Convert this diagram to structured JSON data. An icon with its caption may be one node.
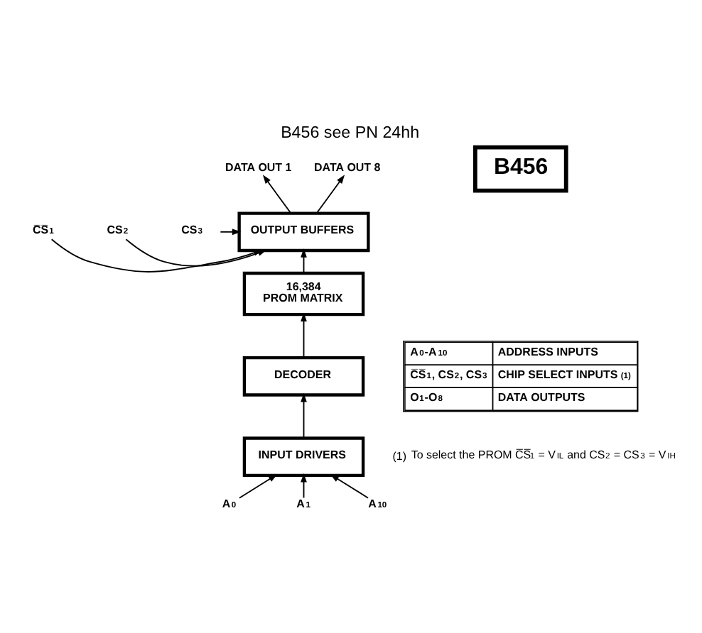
{
  "diagram": {
    "title": "B456 see PN 24hh",
    "nodes": [
      {
        "text": [
          "B456"
        ]
      },
      {
        "text": [
          "DATA OUT 1"
        ]
      },
      {
        "text": [
          "DATA OUT 8"
        ]
      },
      {
        "text": [
          "C̅S̅$_{1}$"
        ]
      },
      {
        "text": [
          "CS$_{2}$"
        ]
      },
      {
        "text": [
          "CS$_{3}$"
        ]
      },
      {
        "text": [
          "OUTPUT BUFFERS"
        ]
      },
      {
        "text": [
          "16,384",
          "PROM MATRIX"
        ]
      },
      {
        "text": [
          "DECODER"
        ]
      },
      {
        "text": [
          "INPUT DRIVERS"
        ]
      },
      {
        "text": [
          "A$_{0}$"
        ]
      },
      {
        "text": [
          "A$_{1}$"
        ]
      },
      {
        "text": [
          "A$_{10}$"
        ]
      }
    ],
    "edges": [
      {
        "from": 6,
        "to": 1,
        "arrow": "to"
      },
      {
        "from": 6,
        "to": 2,
        "arrow": "to"
      },
      {
        "from": 3,
        "to": 6,
        "arrow": "to"
      },
      {
        "from": 4,
        "to": 6,
        "arrow": "to"
      },
      {
        "from": 5,
        "to": 6,
        "arrow": "to"
      },
      {
        "from": 7,
        "to": 6,
        "arrow": "to"
      },
      {
        "from": 8,
        "to": 7,
        "arrow": "to"
      },
      {
        "from": 9,
        "to": 8,
        "arrow": "to"
      },
      {
        "from": 10,
        "to": 9,
        "arrow": "to"
      },
      {
        "from": 11,
        "to": 9,
        "arrow": "to"
      },
      {
        "from": 12,
        "to": 9,
        "arrow": "to"
      }
    ],
    "labels": [
      "A$_{0}$-A$_{10}$",
      "ADDRESS INPUTS",
      "C̅S̅$_{1}$, CS$_{2}$, CS$_{3}$",
      "CHIP SELECT INPUTS$^{(1)}$",
      "O$_{1}$-O$_{8}$",
      "DATA OUTPUTS",
      "(1)",
      "To select the PROM C̅S̅$_{1}$ = V$_{IL}$ and CS$_{2}$ = CS$_{3}$ = V$_{IH}$"
    ]
  }
}
